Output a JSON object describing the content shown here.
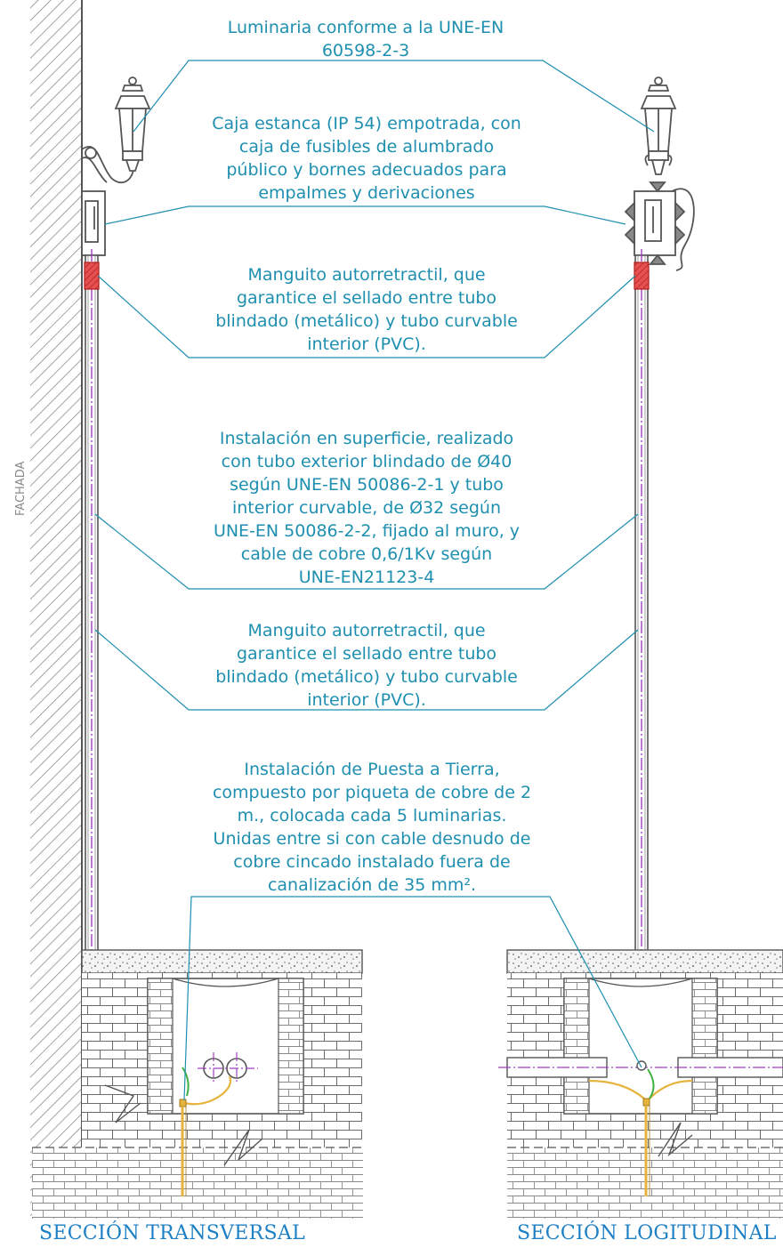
{
  "wall_label": "FACHADA",
  "annotations": {
    "luminaria": "Luminaria conforme a la UNE-EN\n60598-2-3",
    "caja": "Caja estanca (IP 54) empotrada, con\ncaja de fusibles de alumbrado\npúblico y bornes adecuados para\nempalmes y derivaciones",
    "manguito_superior": "Manguito autorretractil, que\ngarantice el sellado entre tubo\nblindado (metálico) y tubo curvable\ninterior (PVC).",
    "instalacion": "Instalación en superficie, realizado\ncon tubo exterior blindado de Ø40\nsegún UNE-EN 50086-2-1 y tubo\ninterior curvable, de Ø32 según\nUNE-EN 50086-2-2, fijado al muro, y\ncable de cobre 0,6/1Kv según\nUNE-EN21123-4",
    "manguito_inferior": "Manguito autorretractil, que\ngarantice el sellado entre tubo\nblindado (metálico) y tubo curvable\ninterior (PVC).",
    "tierra": "Instalación de Puesta a Tierra,\ncompuesto por piqueta de cobre de 2\nm., colocada cada 5 luminarias.\nUnidas entre si con cable desnudo de\ncobre cincado instalado fuera de\ncanalización de 35 mm²."
  },
  "section_titles": {
    "transversal": "SECCIÓN TRANSVERSAL",
    "longitudinal": "SECCIÓN LOGITUDINAL"
  },
  "colors": {
    "text": "#1f8fb0",
    "title": "#1d7fc4",
    "leader": "#1f8fb0",
    "linework": "#555555",
    "cable_axis": "#a040c0",
    "sleeve": "#e03030",
    "earth_cable": "#e6b43c",
    "earth_green": "#40b040"
  }
}
